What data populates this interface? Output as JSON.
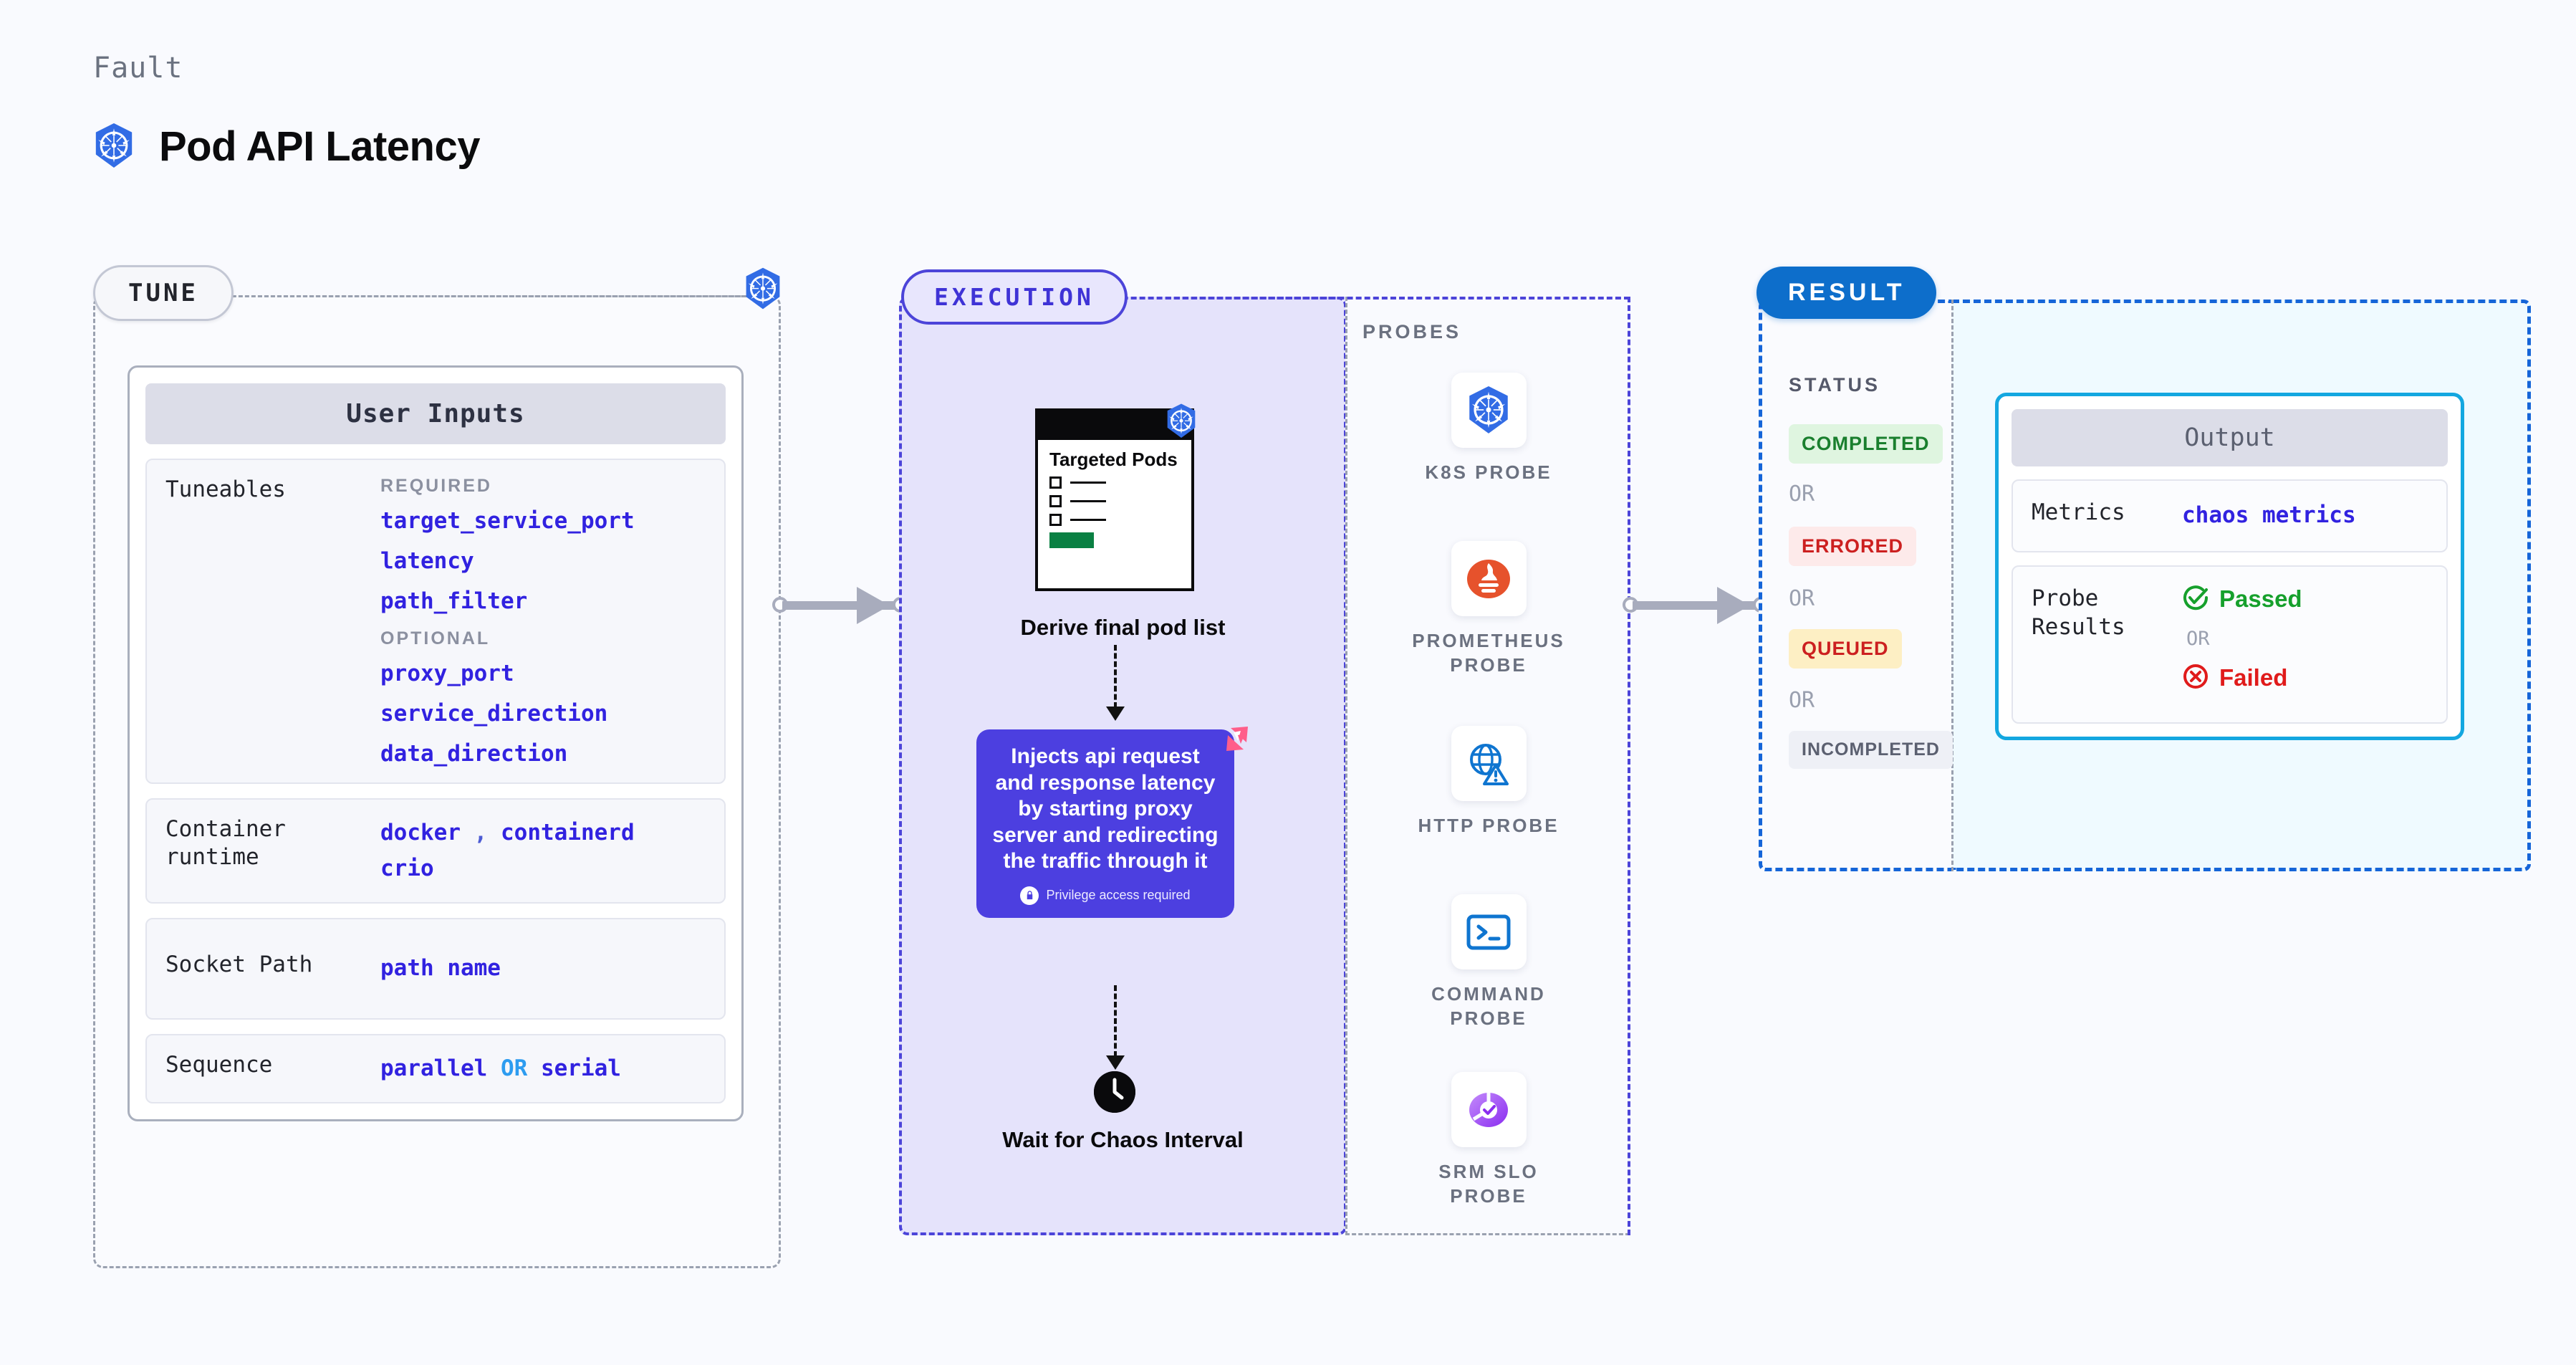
{
  "header": {
    "kicker": "Fault",
    "title": "Pod API Latency",
    "icon": "kubernetes-icon"
  },
  "tune": {
    "chip_label": "TUNE",
    "boundary_icon": "kubernetes-icon",
    "card": {
      "title": "User Inputs",
      "rows": [
        {
          "label": "Tuneables",
          "groups": [
            {
              "group_label": "REQUIRED",
              "values": [
                "target_service_port",
                "latency",
                "path_filter"
              ]
            },
            {
              "group_label": "OPTIONAL",
              "values": [
                "proxy_port",
                "service_direction",
                "data_direction"
              ]
            }
          ]
        },
        {
          "label": "Container runtime",
          "value_line_1": "docker",
          "separator": ",",
          "value_line_2": "containerd",
          "value_line_3": "crio"
        },
        {
          "label": "Socket Path",
          "value": "path name"
        },
        {
          "label": "Sequence",
          "value_a": "parallel",
          "or": "OR",
          "value_b": "serial"
        }
      ]
    }
  },
  "execution": {
    "chip_label": "EXECUTION",
    "pods_doc": {
      "title": "Targeted Pods",
      "checklist_items": 3
    },
    "pods_caption": "Derive final pod list",
    "inject": {
      "text": "Injects api request and response latency by starting proxy server and redirecting the traffic through it",
      "privilege_note": "Privilege access required",
      "privilege_icon": "lock-icon",
      "corner_icon": "harness-icon"
    },
    "wait": {
      "icon": "clock-icon",
      "caption": "Wait for Chaos Interval"
    }
  },
  "probes": {
    "title": "PROBES",
    "items": [
      {
        "label": "K8S PROBE",
        "icon": "kubernetes-icon"
      },
      {
        "label": "PROMETHEUS PROBE",
        "icon": "prometheus-icon"
      },
      {
        "label": "HTTP PROBE",
        "icon": "globe-warning-icon"
      },
      {
        "label": "COMMAND PROBE",
        "icon": "terminal-icon"
      },
      {
        "label": "SRM SLO PROBE",
        "icon": "srm-slo-icon"
      }
    ]
  },
  "result": {
    "chip_label": "RESULT",
    "status_title": "STATUS",
    "or_label": "OR",
    "statuses": [
      {
        "label": "COMPLETED",
        "color": "#1a7f2e",
        "bg": "#dff5e0"
      },
      {
        "label": "ERRORED",
        "color": "#cc2020",
        "bg": "#fdeaea"
      },
      {
        "label": "QUEUED",
        "color": "#cc2020",
        "bg": "#fdefc4"
      },
      {
        "label": "INCOMPLETED",
        "color": "#5b6070",
        "bg": "#eef0f6"
      }
    ]
  },
  "output": {
    "title": "Output",
    "metrics_label": "Metrics",
    "metrics_value": "chaos metrics",
    "probe_results_label": "Probe Results",
    "passed_label": "Passed",
    "failed_label": "Failed",
    "or_label": "OR",
    "passed_color": "#16a02c",
    "failed_color": "#e01b1b"
  },
  "colors": {
    "accent_purple": "#4c3fe0",
    "accent_blue": "#0d6ecb",
    "mono_value": "#3122e0",
    "canvas": "#f9fafe"
  }
}
